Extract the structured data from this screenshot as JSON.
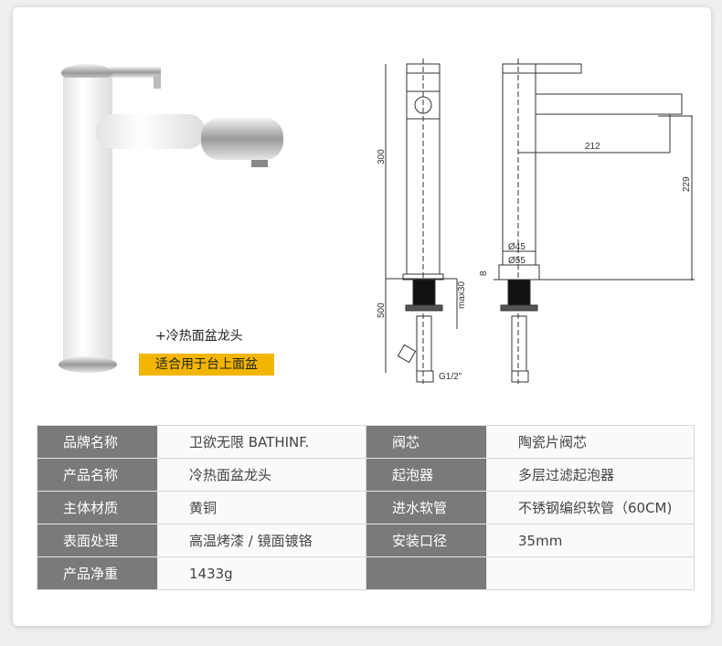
{
  "product": {
    "caption": "+冷热面盆龙头",
    "tag": "适合用于台上面盆",
    "tag_color": "#f3b600"
  },
  "drawing": {
    "dims": {
      "height": "300",
      "below": "500",
      "max": "max30",
      "thread": "G1/2\"",
      "reach": "212",
      "spout_height": "229",
      "d45": "Ø45",
      "d55": "Ø55",
      "base": "8"
    }
  },
  "specs": {
    "rows": [
      {
        "k1": "品牌名称",
        "v1": "卫欲无限 BATHINF.",
        "k2": "阀芯",
        "v2": "陶瓷片阀芯"
      },
      {
        "k1": "产品名称",
        "v1": "冷热面盆龙头",
        "k2": "起泡器",
        "v2": "多层过滤起泡器"
      },
      {
        "k1": "主体材质",
        "v1": "黄铜",
        "k2": "进水软管",
        "v2": "不锈钢编织软管（60CM)"
      },
      {
        "k1": "表面处理",
        "v1": "高温烤漆 / 镜面镀铬",
        "k2": "安装口径",
        "v2": "35mm"
      },
      {
        "k1": "产品净重",
        "v1": "1433g",
        "k2": "",
        "v2": ""
      }
    ]
  }
}
